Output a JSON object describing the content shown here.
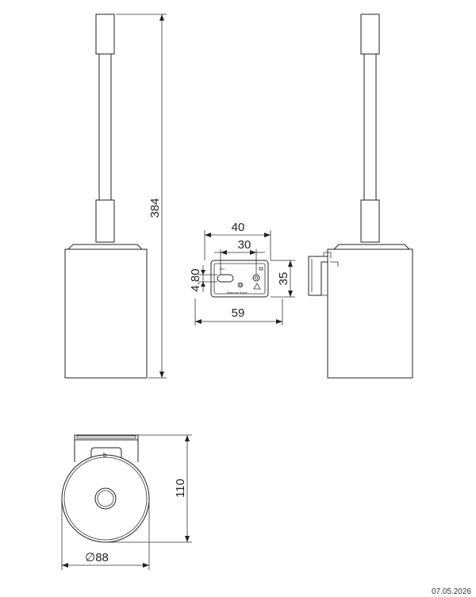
{
  "dimensions": {
    "height_total": "384",
    "plate_width_outer": "40",
    "plate_hole_spacing": "30",
    "plate_height": "35",
    "slot_height": "4.80",
    "plate_depth": "59",
    "head_depth": "110",
    "diameter": "88"
  },
  "diameter_symbol": "∅",
  "plate_marks": {
    "small_label": "EIO",
    "brand_label": "Bathroom Brand"
  },
  "footer": {
    "date": "07.05.2026"
  },
  "colors": {
    "line": "#222222",
    "background": "#ffffff"
  }
}
